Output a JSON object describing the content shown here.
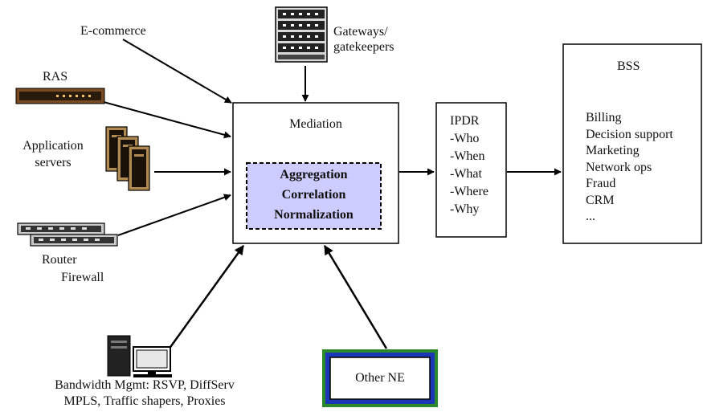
{
  "sources": {
    "ecommerce": "E-commerce",
    "gateways_line1": "Gateways/",
    "gateways_line2": "gatekeepers",
    "ras": "RAS",
    "app_servers_line1": "Application",
    "app_servers_line2": "servers",
    "router_line1": "Router",
    "router_line2": "Firewall",
    "bandwidth_line1": "Bandwidth Mgmt: RSVP, DiffServ",
    "bandwidth_line2": "MPLS, Traffic shapers, Proxies",
    "other_ne": "Other NE"
  },
  "mediation": {
    "title": "Mediation",
    "functions": [
      "Aggregation",
      "Correlation",
      "Normalization"
    ]
  },
  "ipdr": {
    "title": "IPDR",
    "items": [
      "-Who",
      "-When",
      "-What",
      "-Where",
      "-Why"
    ]
  },
  "bss": {
    "title": "BSS",
    "items": [
      "Billing",
      "Decision support",
      "Marketing",
      "Network ops",
      "Fraud",
      "CRM",
      "..."
    ]
  },
  "colors": {
    "inner_fill": "#ccccff",
    "other_ne_outer": "#2a8a2a",
    "other_ne_inner": "#1c36b8"
  },
  "icons": [
    "gateway-rack-icon",
    "ras-device-icon",
    "application-server-icon",
    "router-firewall-icon",
    "workstation-icon"
  ]
}
